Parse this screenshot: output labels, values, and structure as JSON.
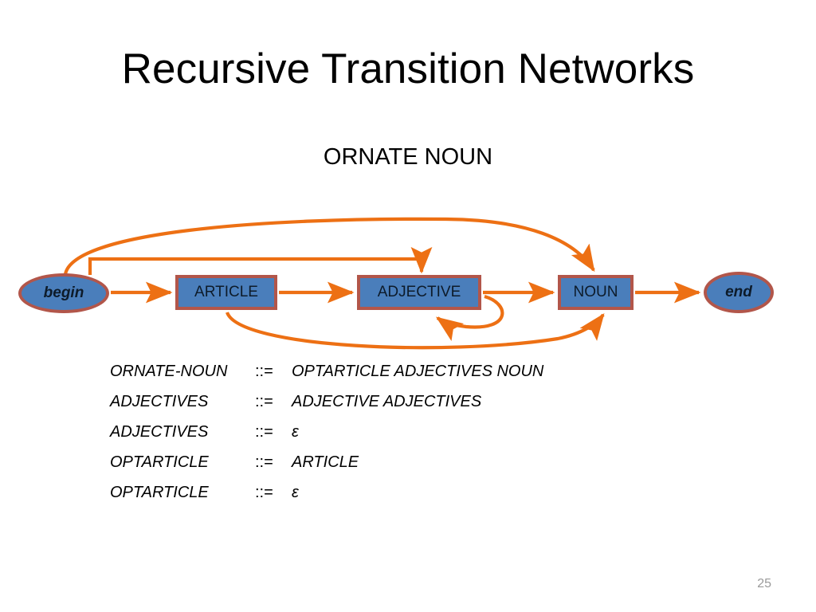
{
  "title": "Recursive Transition Networks",
  "subtitle": "ORNATE NOUN",
  "colors": {
    "node_fill": "#4a7ebb",
    "node_border": "#b2564a",
    "edge": "#ED7014",
    "text": "#000000",
    "page_number": "#9a9a9a"
  },
  "diagram": {
    "nodes": [
      {
        "id": "begin",
        "label": "begin",
        "shape": "ellipse"
      },
      {
        "id": "article",
        "label": "ARTICLE",
        "shape": "rect"
      },
      {
        "id": "adjective",
        "label": "ADJECTIVE",
        "shape": "rect"
      },
      {
        "id": "noun",
        "label": "NOUN",
        "shape": "rect"
      },
      {
        "id": "end",
        "label": "end",
        "shape": "ellipse"
      }
    ],
    "edges": [
      {
        "from": "begin",
        "to": "article"
      },
      {
        "from": "article",
        "to": "adjective"
      },
      {
        "from": "adjective",
        "to": "noun"
      },
      {
        "from": "noun",
        "to": "end"
      },
      {
        "from": "begin",
        "to": "adjective"
      },
      {
        "from": "begin",
        "to": "noun"
      },
      {
        "from": "article",
        "to": "noun"
      },
      {
        "from": "adjective",
        "to": "adjective"
      }
    ]
  },
  "grammar": {
    "rules": [
      {
        "lhs": "ORNATE-NOUN",
        "op": "::=",
        "rhs": "OPTARTICLE ADJECTIVES NOUN"
      },
      {
        "lhs": "ADJECTIVES",
        "op": "::=",
        "rhs": "ADJECTIVE ADJECTIVES"
      },
      {
        "lhs": "ADJECTIVES",
        "op": "::=",
        "rhs": "ε"
      },
      {
        "lhs": "OPTARTICLE",
        "op": "::=",
        "rhs": "ARTICLE"
      },
      {
        "lhs": "OPTARTICLE",
        "op": "::=",
        "rhs": "ε"
      }
    ]
  },
  "page_number": "25"
}
